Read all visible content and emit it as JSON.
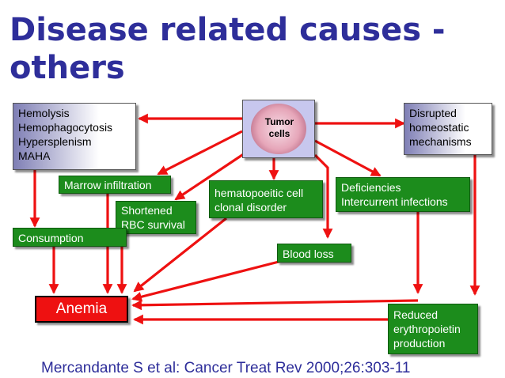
{
  "title": "Disease related causes - others",
  "nodes": {
    "tumor_cells": {
      "lines": [
        "Tumor",
        "cells"
      ]
    },
    "hemolysis": {
      "lines": [
        "Hemolysis",
        "Hemophagocytosis",
        "Hypersplenism",
        "MAHA"
      ]
    },
    "disrupted": {
      "lines": [
        "Disrupted",
        "homeostatic",
        "mechanisms"
      ]
    },
    "marrow": {
      "lines": [
        "Marrow infiltration"
      ]
    },
    "shortened": {
      "lines": [
        "Shortened",
        "RBC survival"
      ]
    },
    "hematopoietic": {
      "lines": [
        "hematopoeitic cell",
        "clonal disorder"
      ]
    },
    "deficiencies": {
      "lines": [
        "Deficiencies",
        "Intercurrent infections"
      ]
    },
    "consumption": {
      "lines": [
        "Consumption"
      ]
    },
    "blood_loss": {
      "lines": [
        "Blood loss"
      ]
    },
    "anemia": {
      "lines": [
        "Anemia"
      ]
    },
    "reduced_epo": {
      "lines": [
        "Reduced",
        "erythropoietin",
        "production"
      ]
    }
  },
  "citation": "Mercandante S et al: Cancer Treat Rev 2000;26:303-11",
  "colors": {
    "title": "#2e2e9a",
    "arrow": "#ee1111",
    "green_box": "#1c8c1c",
    "anemia_box": "#ee1111"
  }
}
